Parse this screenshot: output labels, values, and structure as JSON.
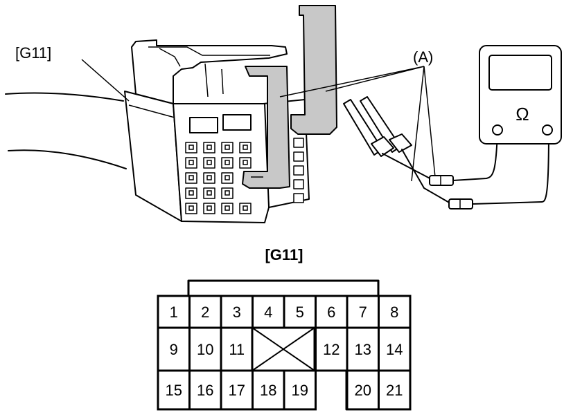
{
  "illustration": {
    "connector_label": "[G11]",
    "probe_label": "(A)",
    "meter_symbol": "Ω"
  },
  "pinout": {
    "title": "[G11]",
    "pins": [
      "1",
      "2",
      "3",
      "4",
      "5",
      "6",
      "7",
      "8",
      "9",
      "10",
      "11",
      "12",
      "13",
      "14",
      "15",
      "16",
      "17",
      "18",
      "19",
      "20",
      "21"
    ]
  }
}
